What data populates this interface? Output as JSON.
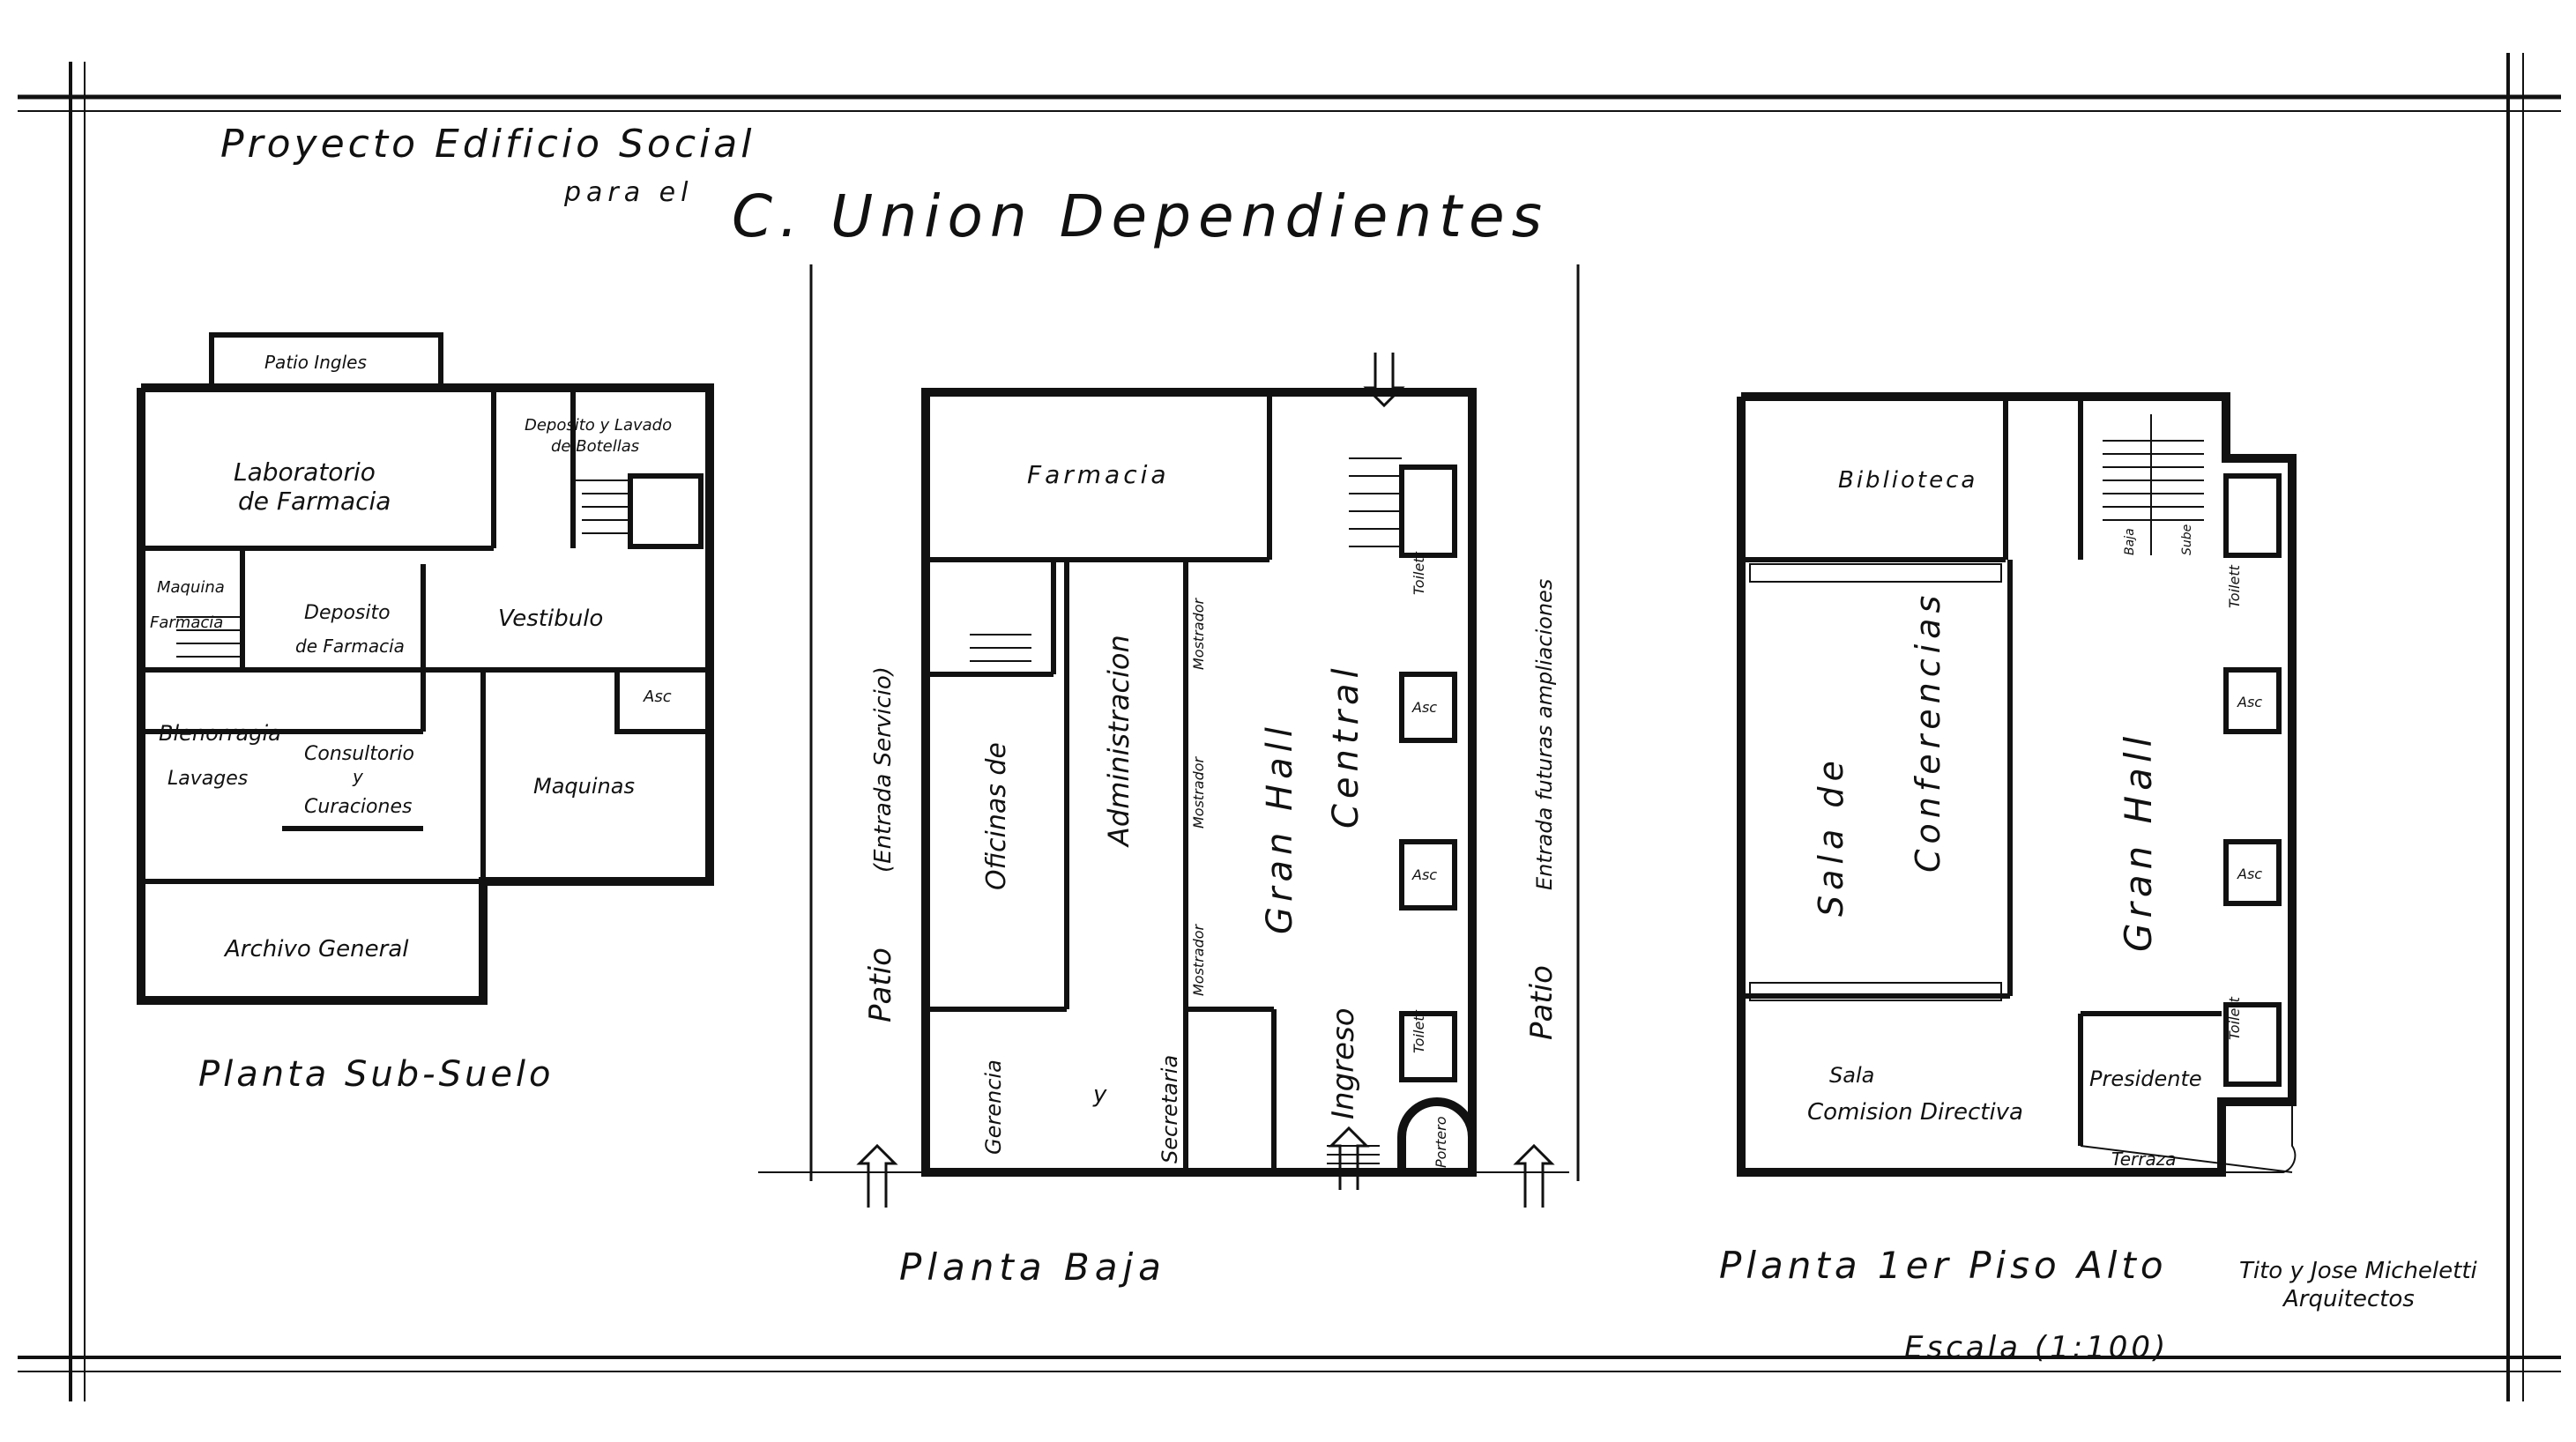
{
  "title": {
    "line1": "Proyecto Edificio Social",
    "line2": "para el",
    "line3": "C. Union Dependientes"
  },
  "plans": {
    "subsuelo": {
      "caption": "Planta Sub-Suelo",
      "rooms": {
        "patio_ingles": "Patio Ingles",
        "laboratorio_1": "Laboratorio",
        "laboratorio_2": "de Farmacia",
        "deposito_lavado_1": "Deposito y Lavado",
        "deposito_lavado_2": "de Botellas",
        "maquina_1": "Maquina",
        "maquina_2": "Farmacia",
        "deposito_farmacia_1": "Deposito",
        "deposito_farmacia_2": "de Farmacia",
        "vestibulo": "Vestibulo",
        "asc": "Asc",
        "blenorragia_1": "Blenorragia",
        "blenorragia_2": "Lavages",
        "consultorio_1": "Consultorio",
        "consultorio_2": "y",
        "consultorio_3": "Curaciones",
        "maquinas": "Maquinas",
        "archivo": "Archivo General"
      }
    },
    "baja": {
      "caption": "Planta Baja",
      "rooms": {
        "farmacia": "Farmacia",
        "patio_left": "Patio",
        "entrada_servicio": "(Entrada Servicio)",
        "oficinas_de": "Oficinas de",
        "administracion": "Administracion",
        "mostrador_1": "Mostrador",
        "mostrador_2": "Mostrador",
        "mostrador_3": "Mostrador",
        "gran_hall": "Gran Hall",
        "central": "Central",
        "gerencia": "Gerencia",
        "y": "y",
        "secretaria": "Secretaria",
        "ingreso": "Ingreso",
        "portero": "Portero",
        "toilett_1": "Toilett",
        "toilett_2": "Toilett",
        "asc_1": "Asc",
        "asc_2": "Asc",
        "patio_right": "Patio",
        "futuras": "Entrada futuras ampliaciones"
      }
    },
    "alto": {
      "caption": "Planta 1er Piso Alto",
      "rooms": {
        "biblioteca": "Biblioteca",
        "sala_de": "Sala de",
        "conferencias": "Conferencias",
        "gran_hall": "Gran Hall",
        "sala_comision_1": "Sala",
        "sala_comision_2": "Comision Directiva",
        "presidente": "Presidente",
        "terraza": "Terraza",
        "asc_1": "Asc",
        "asc_2": "Asc",
        "toilett_1": "Toilett",
        "toilett_2": "Toilett",
        "baja": "Baja",
        "sube": "Sube"
      }
    }
  },
  "credits": {
    "architects_1": "Tito y Jose Micheletti",
    "architects_2": "Arquitectos",
    "scale": "Escala (1:100)"
  }
}
